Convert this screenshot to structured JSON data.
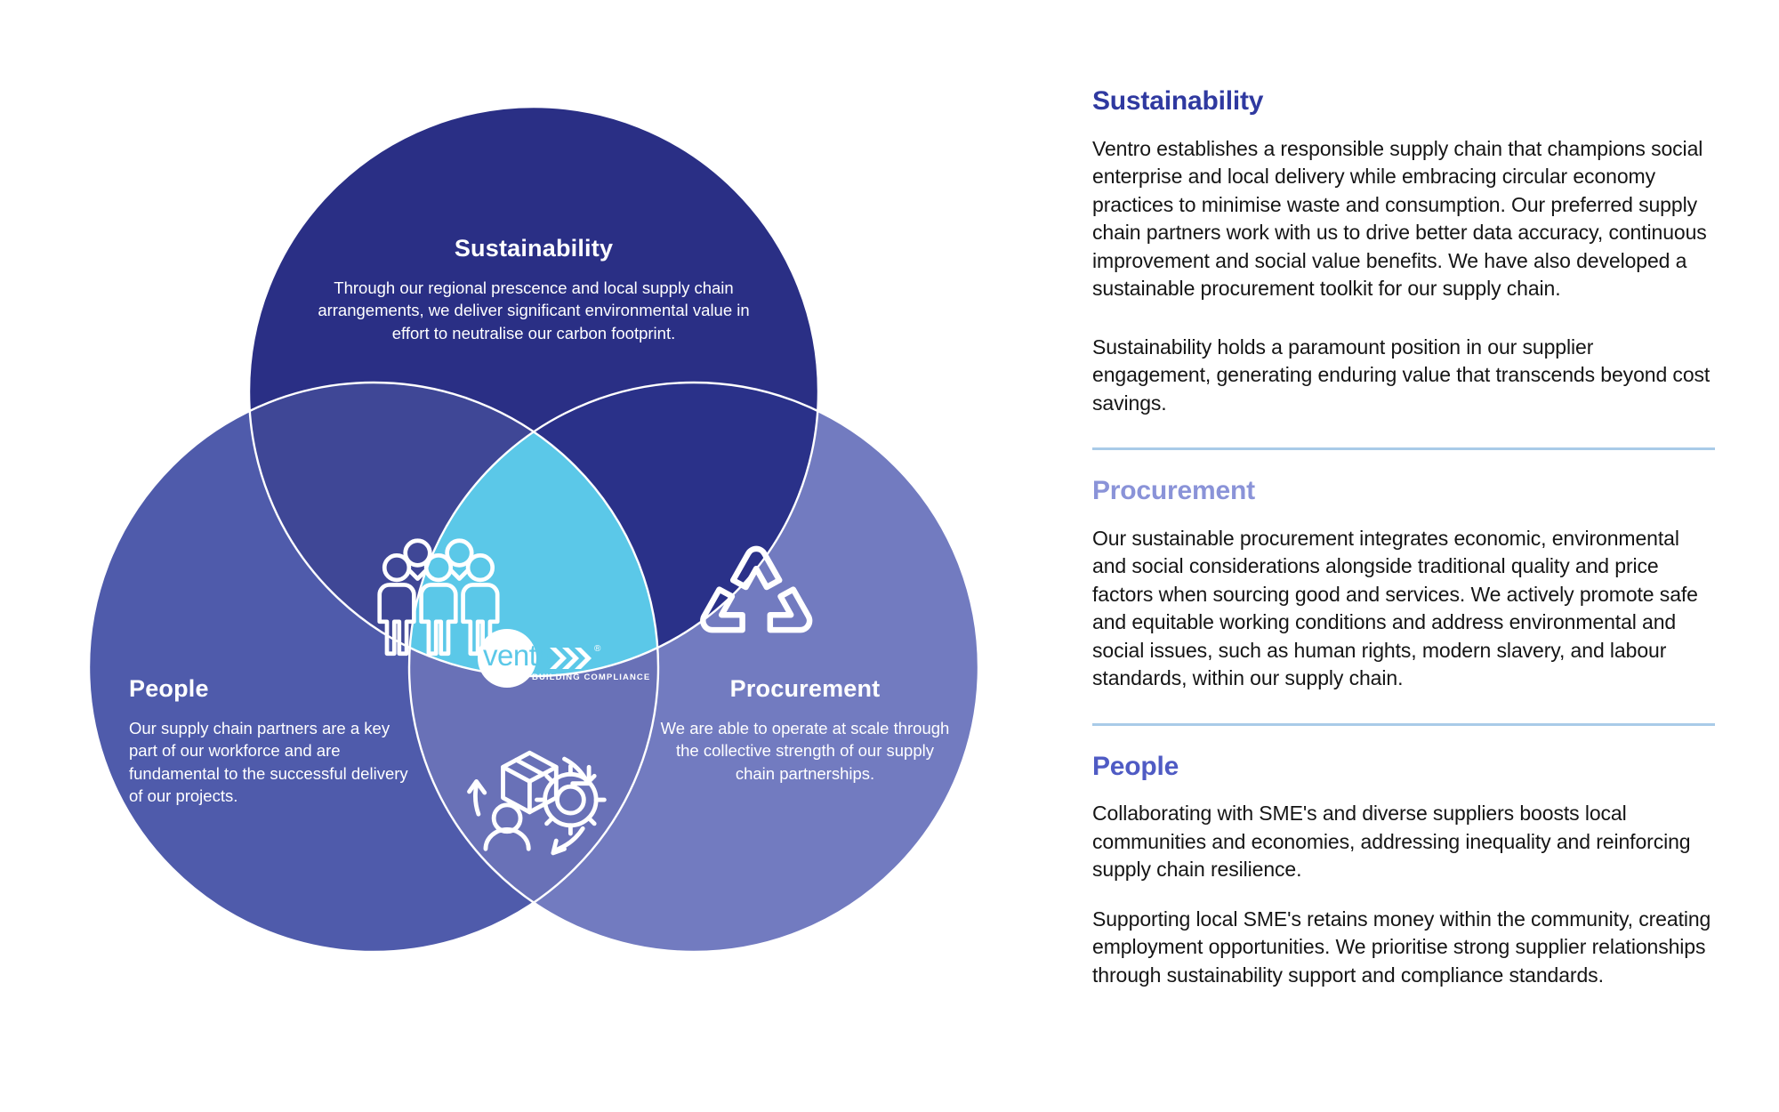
{
  "venn": {
    "circles": [
      {
        "key": "sustainability",
        "title": "Sustainability",
        "body": "Through our regional prescence and local supply chain arrangements, we deliver significant environmental value in effort to neutralise our carbon footprint.",
        "color": "#2A2F85"
      },
      {
        "key": "people",
        "title": "People",
        "body": "Our supply chain partners are a key part of our workforce and are fundamental to the successful delivery of our projects.",
        "color": "#4F5BAB"
      },
      {
        "key": "procurement",
        "title": "Procurement",
        "body": "We are able to operate at scale through the collective strength of our supply chain partnerships.",
        "color": "#727BC0"
      }
    ],
    "center": {
      "color": "#5BC8E8",
      "logo_wordmark": "ventro",
      "logo_tagline": "BUILDING COMPLIANCE",
      "logo_mark": "chevrons-icon",
      "logo_registered": "®"
    },
    "icons": [
      {
        "name": "people-group-icon",
        "region": "sustainability-people"
      },
      {
        "name": "recycle-icon",
        "region": "sustainability-procurement"
      },
      {
        "name": "supply-chain-cycle-icon",
        "region": "people-procurement"
      }
    ]
  },
  "details": {
    "sections": [
      {
        "key": "sustainability",
        "heading": "Sustainability",
        "heading_color": "#2F39A0",
        "paragraphs": [
          "Ventro establishes a responsible supply chain that champions social enterprise and local delivery while embracing circular economy practices to minimise waste and consumption. Our preferred supply chain partners work with us to drive better data accuracy, continuous improvement and social value benefits. We have also developed a sustainable procurement toolkit for our supply chain.",
          "Sustainability holds a paramount position in our supplier engagement, generating enduring value that transcends beyond cost savings."
        ]
      },
      {
        "key": "procurement",
        "heading": "Procurement",
        "heading_color": "#8A93D8",
        "paragraphs": [
          "Our sustainable procurement integrates economic, environmental and social considerations alongside traditional quality and price factors when sourcing good and services. We actively promote safe and equitable working conditions and address environmental and social issues, such as human rights, modern slavery, and labour standards, within our supply chain."
        ]
      },
      {
        "key": "people",
        "heading": "People",
        "heading_color": "#4F5BC4",
        "paragraphs": [
          "Collaborating with SME's and diverse suppliers boosts local communities and economies, addressing inequality and reinforcing supply chain resilience.",
          "Supporting local SME's retains money within the community, creating employment opportunities. We prioritise strong supplier relationships through sustainability support and compliance standards."
        ]
      }
    ],
    "divider_color": "#A9CBE8"
  }
}
